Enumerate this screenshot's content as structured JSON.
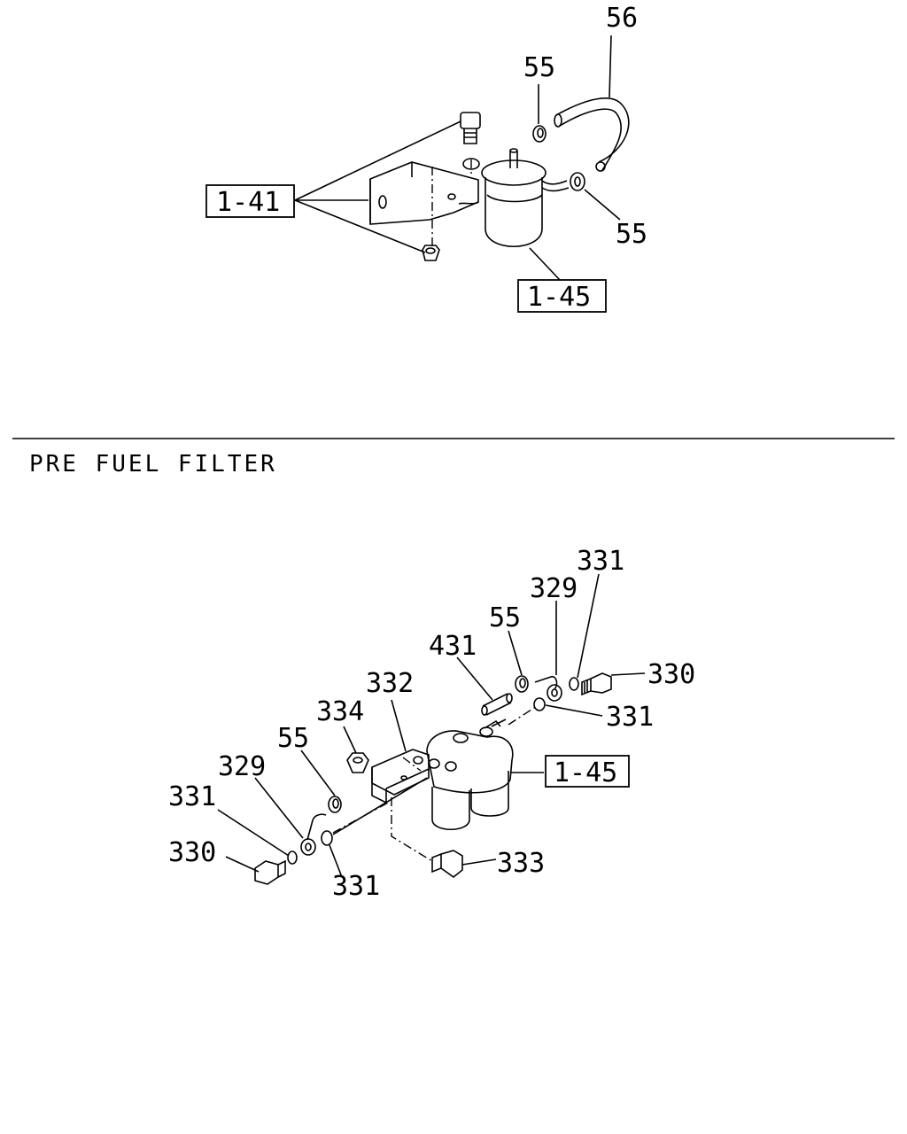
{
  "section_title": "PRE FUEL FILTER",
  "upper_view": {
    "labels": {
      "hose": "56",
      "clip_top": "55",
      "clip_right": "55",
      "ref_bracket": "1-41",
      "ref_filter": "1-45"
    }
  },
  "lower_view": {
    "labels": {
      "bolt_right": "330",
      "washer_right_top": "331",
      "eye_joint_right": "329",
      "clip_right": "55",
      "pipe": "431",
      "washer_right_bottom": "331",
      "bracket": "332",
      "nut": "334",
      "clip_left": "55",
      "eye_joint_left": "329",
      "washer_left_top": "331",
      "bolt_left": "330",
      "washer_left_bottom": "331",
      "bolt_bottom": "333",
      "ref_filter": "1-45"
    }
  }
}
